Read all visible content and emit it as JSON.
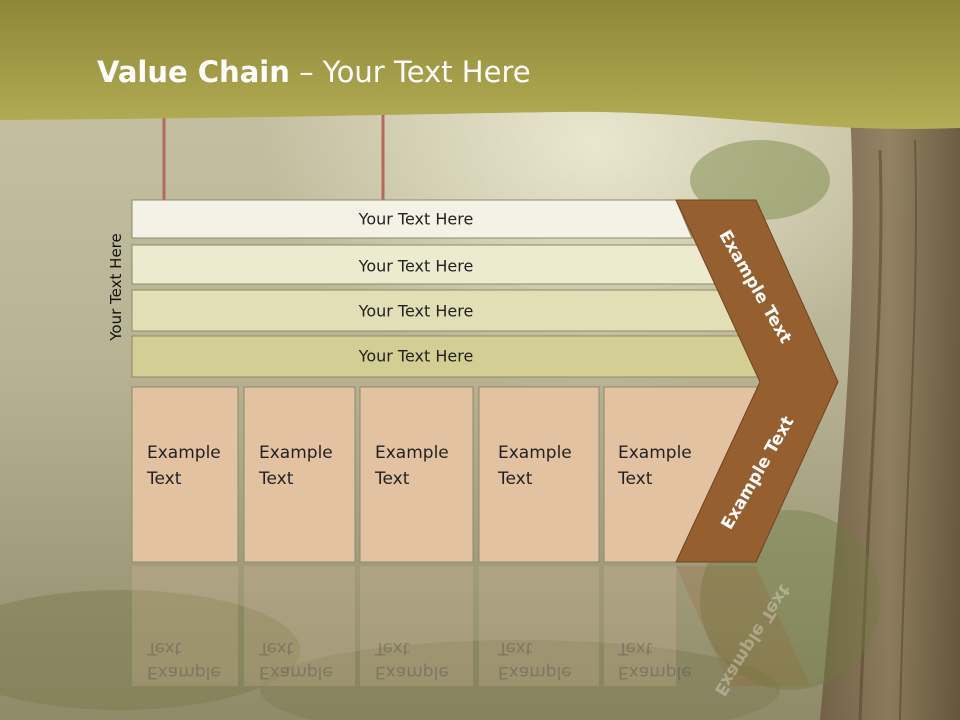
{
  "slide": {
    "title_bold": "Value Chain",
    "title_rest": " – Your Text Here",
    "side_label": "Your Text Here",
    "support_bars": [
      "Your Text Here",
      "Your Text Here",
      "Your Text Here",
      "Your Text Here"
    ],
    "primary_cells": [
      {
        "line1": "Example",
        "line2": "Text"
      },
      {
        "line1": "Example",
        "line2": "Text"
      },
      {
        "line1": "Example",
        "line2": "Text"
      },
      {
        "line1": "Example",
        "line2": "Text"
      },
      {
        "line1": "Example",
        "line2": "Text"
      }
    ],
    "chevron_upper_text": "Example Text",
    "chevron_lower_text": "Example Text"
  },
  "colors": {
    "header_olive": "#a9a24a",
    "bar_fills": [
      "#f4f2e6",
      "#eceacf",
      "#e2dfb6",
      "#d3ce93"
    ],
    "cell_fill": "#e3c2a2",
    "chevron_brown": "#955f30"
  }
}
